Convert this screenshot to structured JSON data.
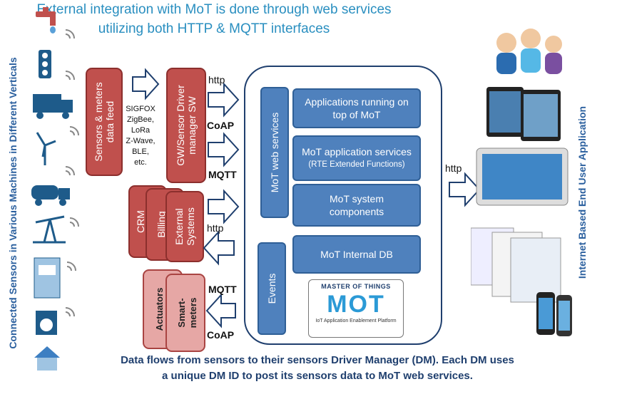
{
  "title_line1": "External integration with MoT is done through web services",
  "title_line2": "utilizing both HTTP & MQTT interfaces",
  "left_vertical_label": "Connected Sensors in Various Machines in Different  Verticals",
  "right_vertical_label": "Internet Based End User Application",
  "sensors_box": "Sensors & meters data feed",
  "protocols": [
    "SIGFOX",
    "ZigBee,",
    "LoRa",
    "Z-Wave,",
    "BLE,",
    "etc."
  ],
  "gw_box": "GW/Sensor Driver manager SW",
  "billing_box": "Billing",
  "crm_box": "CRM",
  "external_box": "External Systems",
  "actuators_box": "Actuators",
  "smartmeters_box": "Smart-meters",
  "labels": {
    "http1": "http",
    "coap1": "CoAP",
    "mqtt1": "MQTT",
    "http2": "http",
    "mqtt2": "MQTT",
    "coap2": "CoAP",
    "http3": "http"
  },
  "mot_web_services": "MoT web services",
  "events": "Events",
  "blue_boxes": {
    "apps": "Applications running on top of MoT",
    "services_main": "MoT application services",
    "services_sub": "(RTE Extended Functions)",
    "system": "MoT system components",
    "db": "MoT Internal DB"
  },
  "logo": {
    "top": "MASTER OF THINGS",
    "mark": "MOT",
    "bottom": "IoT Application Enablement Platform"
  },
  "bottom_line1": "Data flows from sensors to their sensors Driver Manager (DM). Each DM uses",
  "bottom_line2": "a unique DM ID to post its sensors data to MoT web services.",
  "colors": {
    "title": "#2a8fc0",
    "red": "#c0504d",
    "pink": "#e6a7a5",
    "blue": "#4f81bd",
    "side_text": "#2a5f9e"
  },
  "icons": [
    "faucet-icon",
    "traffic-light-icon",
    "truck-icon",
    "wind-turbine-icon",
    "tanker-truck-icon",
    "oil-pump-icon",
    "atm-icon",
    "washing-machine-icon",
    "house-icon",
    "people-icon",
    "tablets-icon",
    "dashboard-screens-icon",
    "phones-icon"
  ]
}
